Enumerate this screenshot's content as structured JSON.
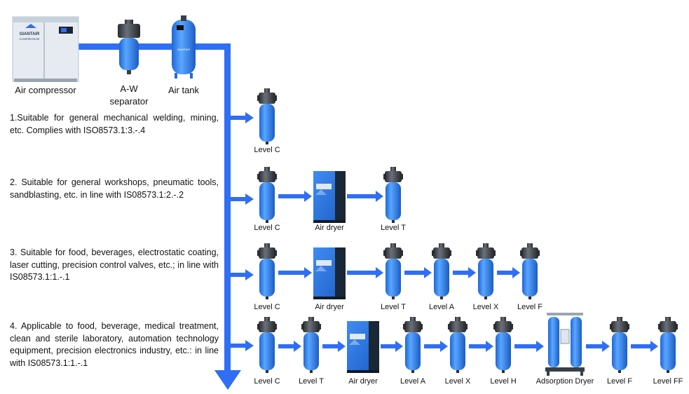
{
  "colors": {
    "pipe": "#2f6ef5",
    "filter_body": "#3a8ef0",
    "filter_head": "#3b3f45",
    "dryer_body": "#2a6fd8",
    "compressor_panel": "#e6ebf2"
  },
  "equipment": {
    "compressor": "Air compressor",
    "separator_line1": "A-W",
    "separator_line2": "separator",
    "tank": "Air tank",
    "brand": "GIANTAIR",
    "brand_sub": "COMPRESSOR"
  },
  "descriptions": [
    "1.Suitable for general mechanical welding, mining, etc. Complies with ISO8573.1:3.-.4",
    "2. Suitable for general workshops, pneumatic tools, sandblasting, etc. in line with IS08573.1:2.-.2",
    "3. Suitable for food, beverages, electrostatic coating, laser cutting, precision control valves, etc.; in line with IS08573.1:1.-.1",
    "4. Applicable to food, beverage, medical treatment, clean and sterile laboratory, automation technology equipment, precision electronics industry, etc.: in line with IS08573.1:1.-.1"
  ],
  "rows": [
    [
      "Level C"
    ],
    [
      "Level C",
      "Air dryer",
      "Level T"
    ],
    [
      "Level C",
      "Air dryer",
      "Level T",
      "Level A",
      "Level X",
      "Level F"
    ],
    [
      "Level C",
      "Level T",
      "Air dryer",
      "Level A",
      "Level X",
      "Level H",
      "Adsorption Dryer",
      "Level F",
      "Level FF"
    ]
  ]
}
